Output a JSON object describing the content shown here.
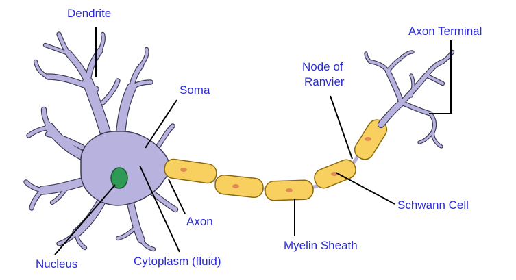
{
  "colors": {
    "label_text": "#2b2bd6",
    "leader_line": "#000000",
    "cell_body": "#b7b2de",
    "cell_outline": "#3b3b55",
    "nucleus": "#2f9a56",
    "myelin": "#f7d060",
    "myelin_outline": "#8a6a10",
    "schwann_nucleus": "#e08a55"
  },
  "labels": {
    "dendrite": "Dendrite",
    "soma": "Soma",
    "node_line1": "Node of",
    "node_line2": "Ranvier",
    "axon_terminal": "Axon Terminal",
    "schwann_cell": "Schwann Cell",
    "myelin_sheath": "Myelin Sheath",
    "axon": "Axon",
    "nucleus": "Nucleus",
    "cytoplasm": "Cytoplasm (fluid)"
  }
}
